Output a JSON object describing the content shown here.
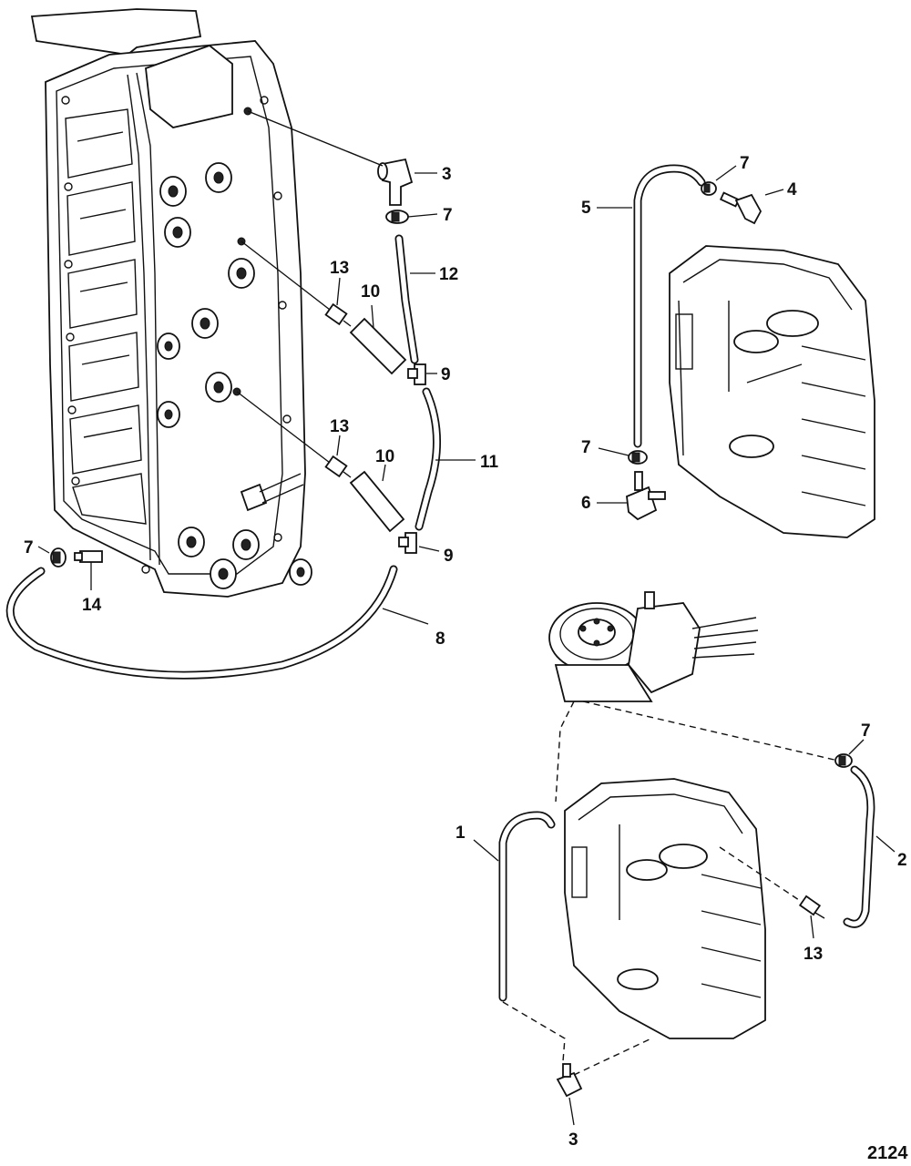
{
  "figure_number": "2124",
  "callouts": [
    {
      "id": "c3a",
      "text": "3"
    },
    {
      "id": "c7a",
      "text": "7"
    },
    {
      "id": "c12",
      "text": "12"
    },
    {
      "id": "c13a",
      "text": "13"
    },
    {
      "id": "c10a",
      "text": "10"
    },
    {
      "id": "c9a",
      "text": "9"
    },
    {
      "id": "c13b",
      "text": "13"
    },
    {
      "id": "c10b",
      "text": "10"
    },
    {
      "id": "c11",
      "text": "11"
    },
    {
      "id": "c9b",
      "text": "9"
    },
    {
      "id": "c7b",
      "text": "7"
    },
    {
      "id": "c14",
      "text": "14"
    },
    {
      "id": "c8",
      "text": "8"
    },
    {
      "id": "c7c",
      "text": "7"
    },
    {
      "id": "c4",
      "text": "4"
    },
    {
      "id": "c5",
      "text": "5"
    },
    {
      "id": "c7d",
      "text": "7"
    },
    {
      "id": "c6",
      "text": "6"
    },
    {
      "id": "c7e",
      "text": "7"
    },
    {
      "id": "c1",
      "text": "1"
    },
    {
      "id": "c2",
      "text": "2"
    },
    {
      "id": "c13c",
      "text": "13"
    },
    {
      "id": "c3b",
      "text": "3"
    }
  ]
}
